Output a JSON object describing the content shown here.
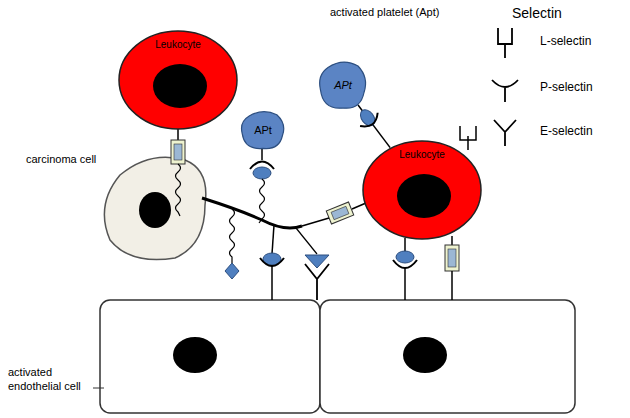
{
  "diagram": {
    "nodes": [
      {
        "text": [
          "Leukocyte"
        ]
      },
      {
        "text": [
          "APt"
        ]
      },
      {
        "text": [
          "APt"
        ]
      },
      {
        "text": [
          "Leukocyte"
        ]
      }
    ],
    "edges": [
      {
        "from": 2,
        "to": 3,
        "arrow": "none"
      }
    ],
    "labels": [
      "Selectin",
      "activated platelet (Apt)",
      "carcinoma cell",
      "activated endothelial cell"
    ],
    "legend": [
      {
        "text": "L-selectin"
      },
      {
        "text": "P-selectin"
      },
      {
        "text": "E-selectin"
      }
    ]
  }
}
